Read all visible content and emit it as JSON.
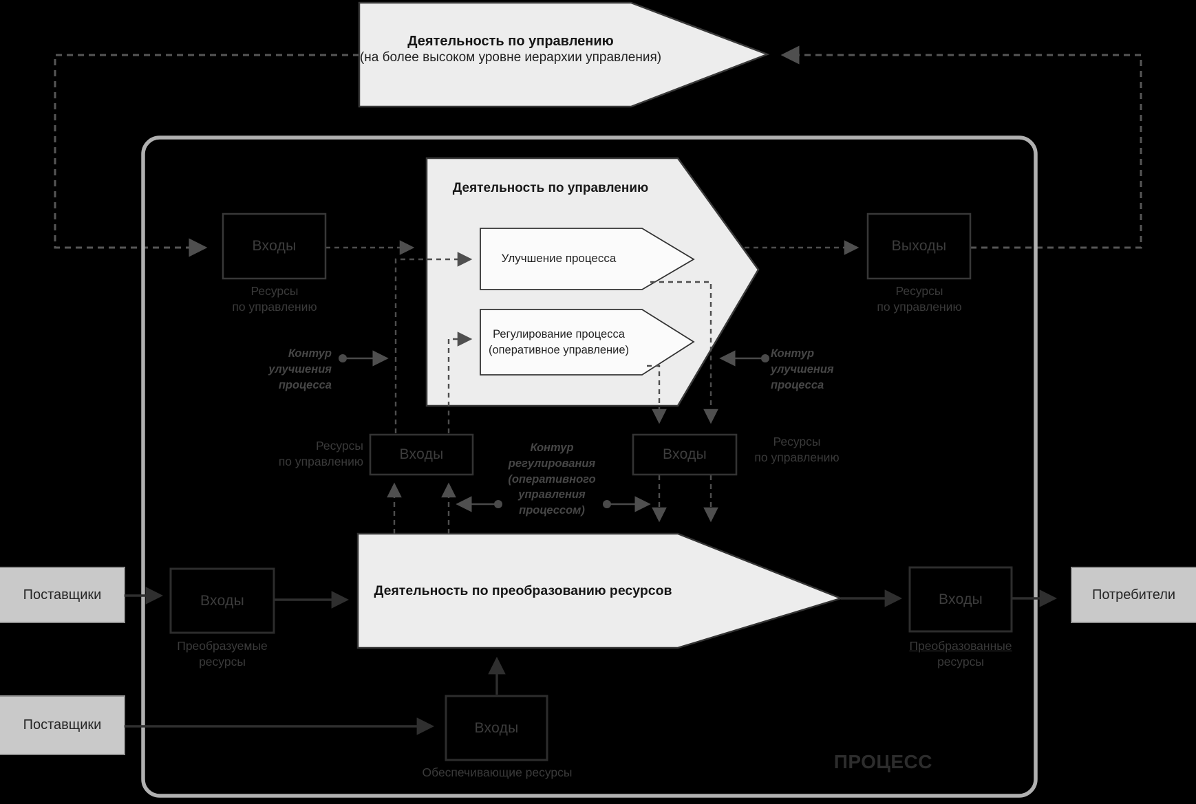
{
  "top_arrow": {
    "title": "Деятельность по управлению",
    "subtitle": "(на более высоком уровне иерархии управления)"
  },
  "process": {
    "label": "ПРОЦЕСС"
  },
  "management": {
    "title": "Деятельность по управлению",
    "improvement_label": "Улучшение процесса",
    "regulation_label": "Регулирование процесса\n(оперативное управление)"
  },
  "transformation": {
    "title": "Деятельность по преобразованию ресурсов"
  },
  "boxes": {
    "top_left": {
      "label": "Входы",
      "caption": "Ресурсы\nпо управлению"
    },
    "top_right": {
      "label": "Выходы",
      "caption": "Ресурсы\nпо управлению"
    },
    "mid_left": {
      "label": "Входы",
      "caption": "Ресурсы\nпо управлению"
    },
    "mid_right": {
      "label": "Входы",
      "caption": "Ресурсы\nпо управлению"
    },
    "bottom_left": {
      "label": "Входы",
      "caption": "Преобразуемые\nресурсы"
    },
    "bottom_right": {
      "label": "Входы",
      "caption_underlined": "Преобразованные",
      "caption_rest": "ресурсы"
    },
    "support": {
      "label": "Входы",
      "caption": "Обеспечивающие ресурсы"
    }
  },
  "external": {
    "suppliers_main": "Поставщики",
    "suppliers_support": "Поставщики",
    "consumers": "Потребители"
  },
  "loops": {
    "improvement_left": "Контур\nулучшения\nпроцесса",
    "improvement_right": "Контур\nулучшения\nпроцесса",
    "regulation": "Контур\nрегулирования\n(оперативного\nуправления\nпроцессом)"
  },
  "colors": {
    "background": "#000000",
    "arrow_fill": "#ededed",
    "inner_white_fill": "#fbfbfb",
    "arrow_stroke": "#3a3a3a",
    "container_stroke": "#b0b0b0",
    "dashed_line": "#545454",
    "solid_line": "#2f2f2f",
    "dim_text": "#3c3c3c",
    "external_fill": "#c9c9c9"
  }
}
